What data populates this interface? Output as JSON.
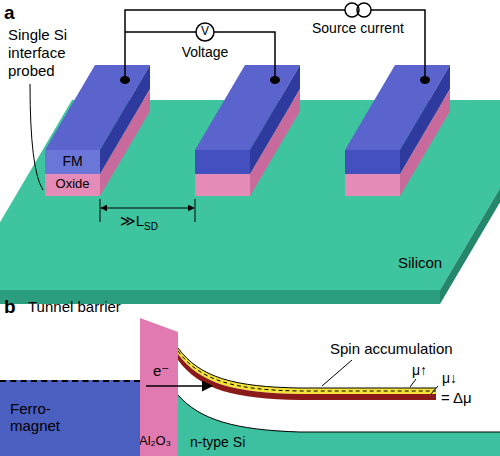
{
  "diagram": {
    "nodes": [
      {
        "text": [
          "Ferro- magnet"
        ]
      }
    ],
    "labels": [
      "a",
      "Single Si interface probed",
      "FM",
      "Oxide",
      "Source current",
      "V",
      "Voltage",
      "≫L",
      "SD",
      "Silicon",
      "b",
      "Tunnel barrier",
      "e⁻",
      "Spin accumulation",
      "μ↑",
      "μ↓",
      "= Δμ",
      "Al₂O₃",
      "n-type Si"
    ]
  }
}
